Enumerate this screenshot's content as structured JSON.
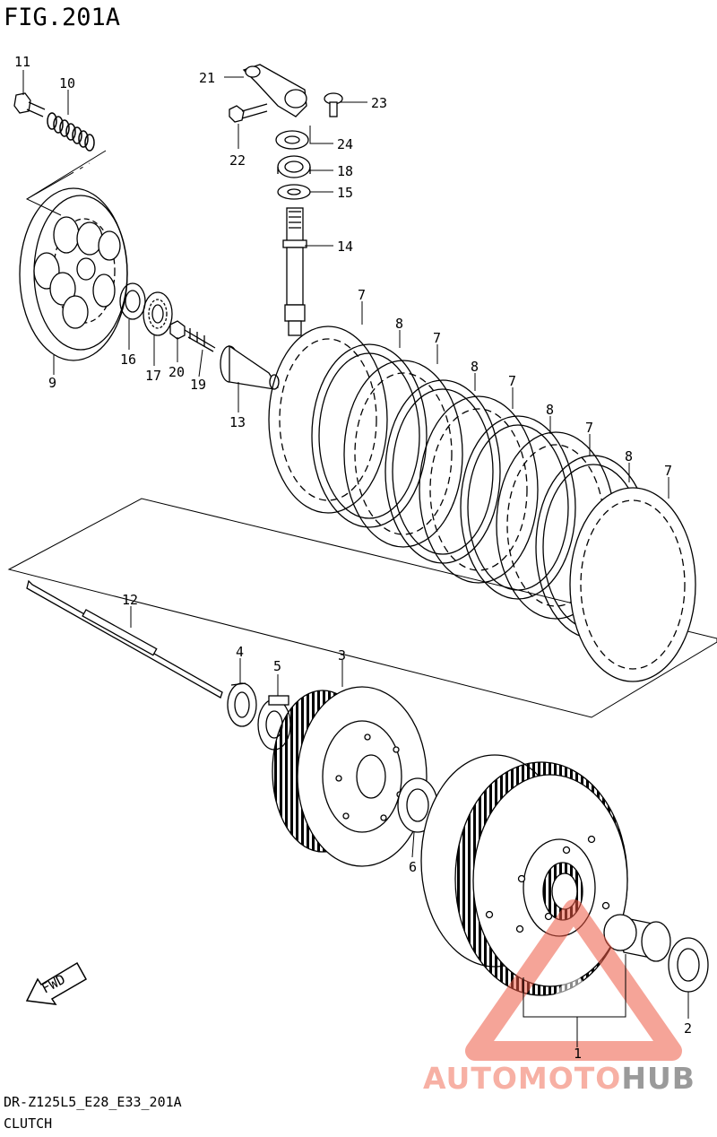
{
  "figure": {
    "title": "FIG.201A",
    "model_code": "DR-Z125L5_E28_E33_201A",
    "section_name": "CLUTCH"
  },
  "callouts": [
    {
      "id": "1",
      "label": "1"
    },
    {
      "id": "2",
      "label": "2"
    },
    {
      "id": "3",
      "label": "3"
    },
    {
      "id": "4",
      "label": "4"
    },
    {
      "id": "5",
      "label": "5"
    },
    {
      "id": "6",
      "label": "6"
    },
    {
      "id": "7a",
      "label": "7"
    },
    {
      "id": "7b",
      "label": "7"
    },
    {
      "id": "7c",
      "label": "7"
    },
    {
      "id": "7d",
      "label": "7"
    },
    {
      "id": "7e",
      "label": "7"
    },
    {
      "id": "8a",
      "label": "8"
    },
    {
      "id": "8b",
      "label": "8"
    },
    {
      "id": "8c",
      "label": "8"
    },
    {
      "id": "8d",
      "label": "8"
    },
    {
      "id": "9",
      "label": "9"
    },
    {
      "id": "10",
      "label": "10"
    },
    {
      "id": "11",
      "label": "11"
    },
    {
      "id": "12",
      "label": "12"
    },
    {
      "id": "13",
      "label": "13"
    },
    {
      "id": "14",
      "label": "14"
    },
    {
      "id": "15",
      "label": "15"
    },
    {
      "id": "16",
      "label": "16"
    },
    {
      "id": "17",
      "label": "17"
    },
    {
      "id": "18",
      "label": "18"
    },
    {
      "id": "19",
      "label": "19"
    },
    {
      "id": "20",
      "label": "20"
    },
    {
      "id": "21",
      "label": "21"
    },
    {
      "id": "22",
      "label": "22"
    },
    {
      "id": "23",
      "label": "23"
    },
    {
      "id": "24",
      "label": "24"
    }
  ],
  "fwd_arrow_text": "FWD",
  "watermark": {
    "part1": "AUTOMOTO",
    "part2": "HUB",
    "color_primary": "#f7b0a4",
    "color_secondary": "#9a9a9a"
  }
}
